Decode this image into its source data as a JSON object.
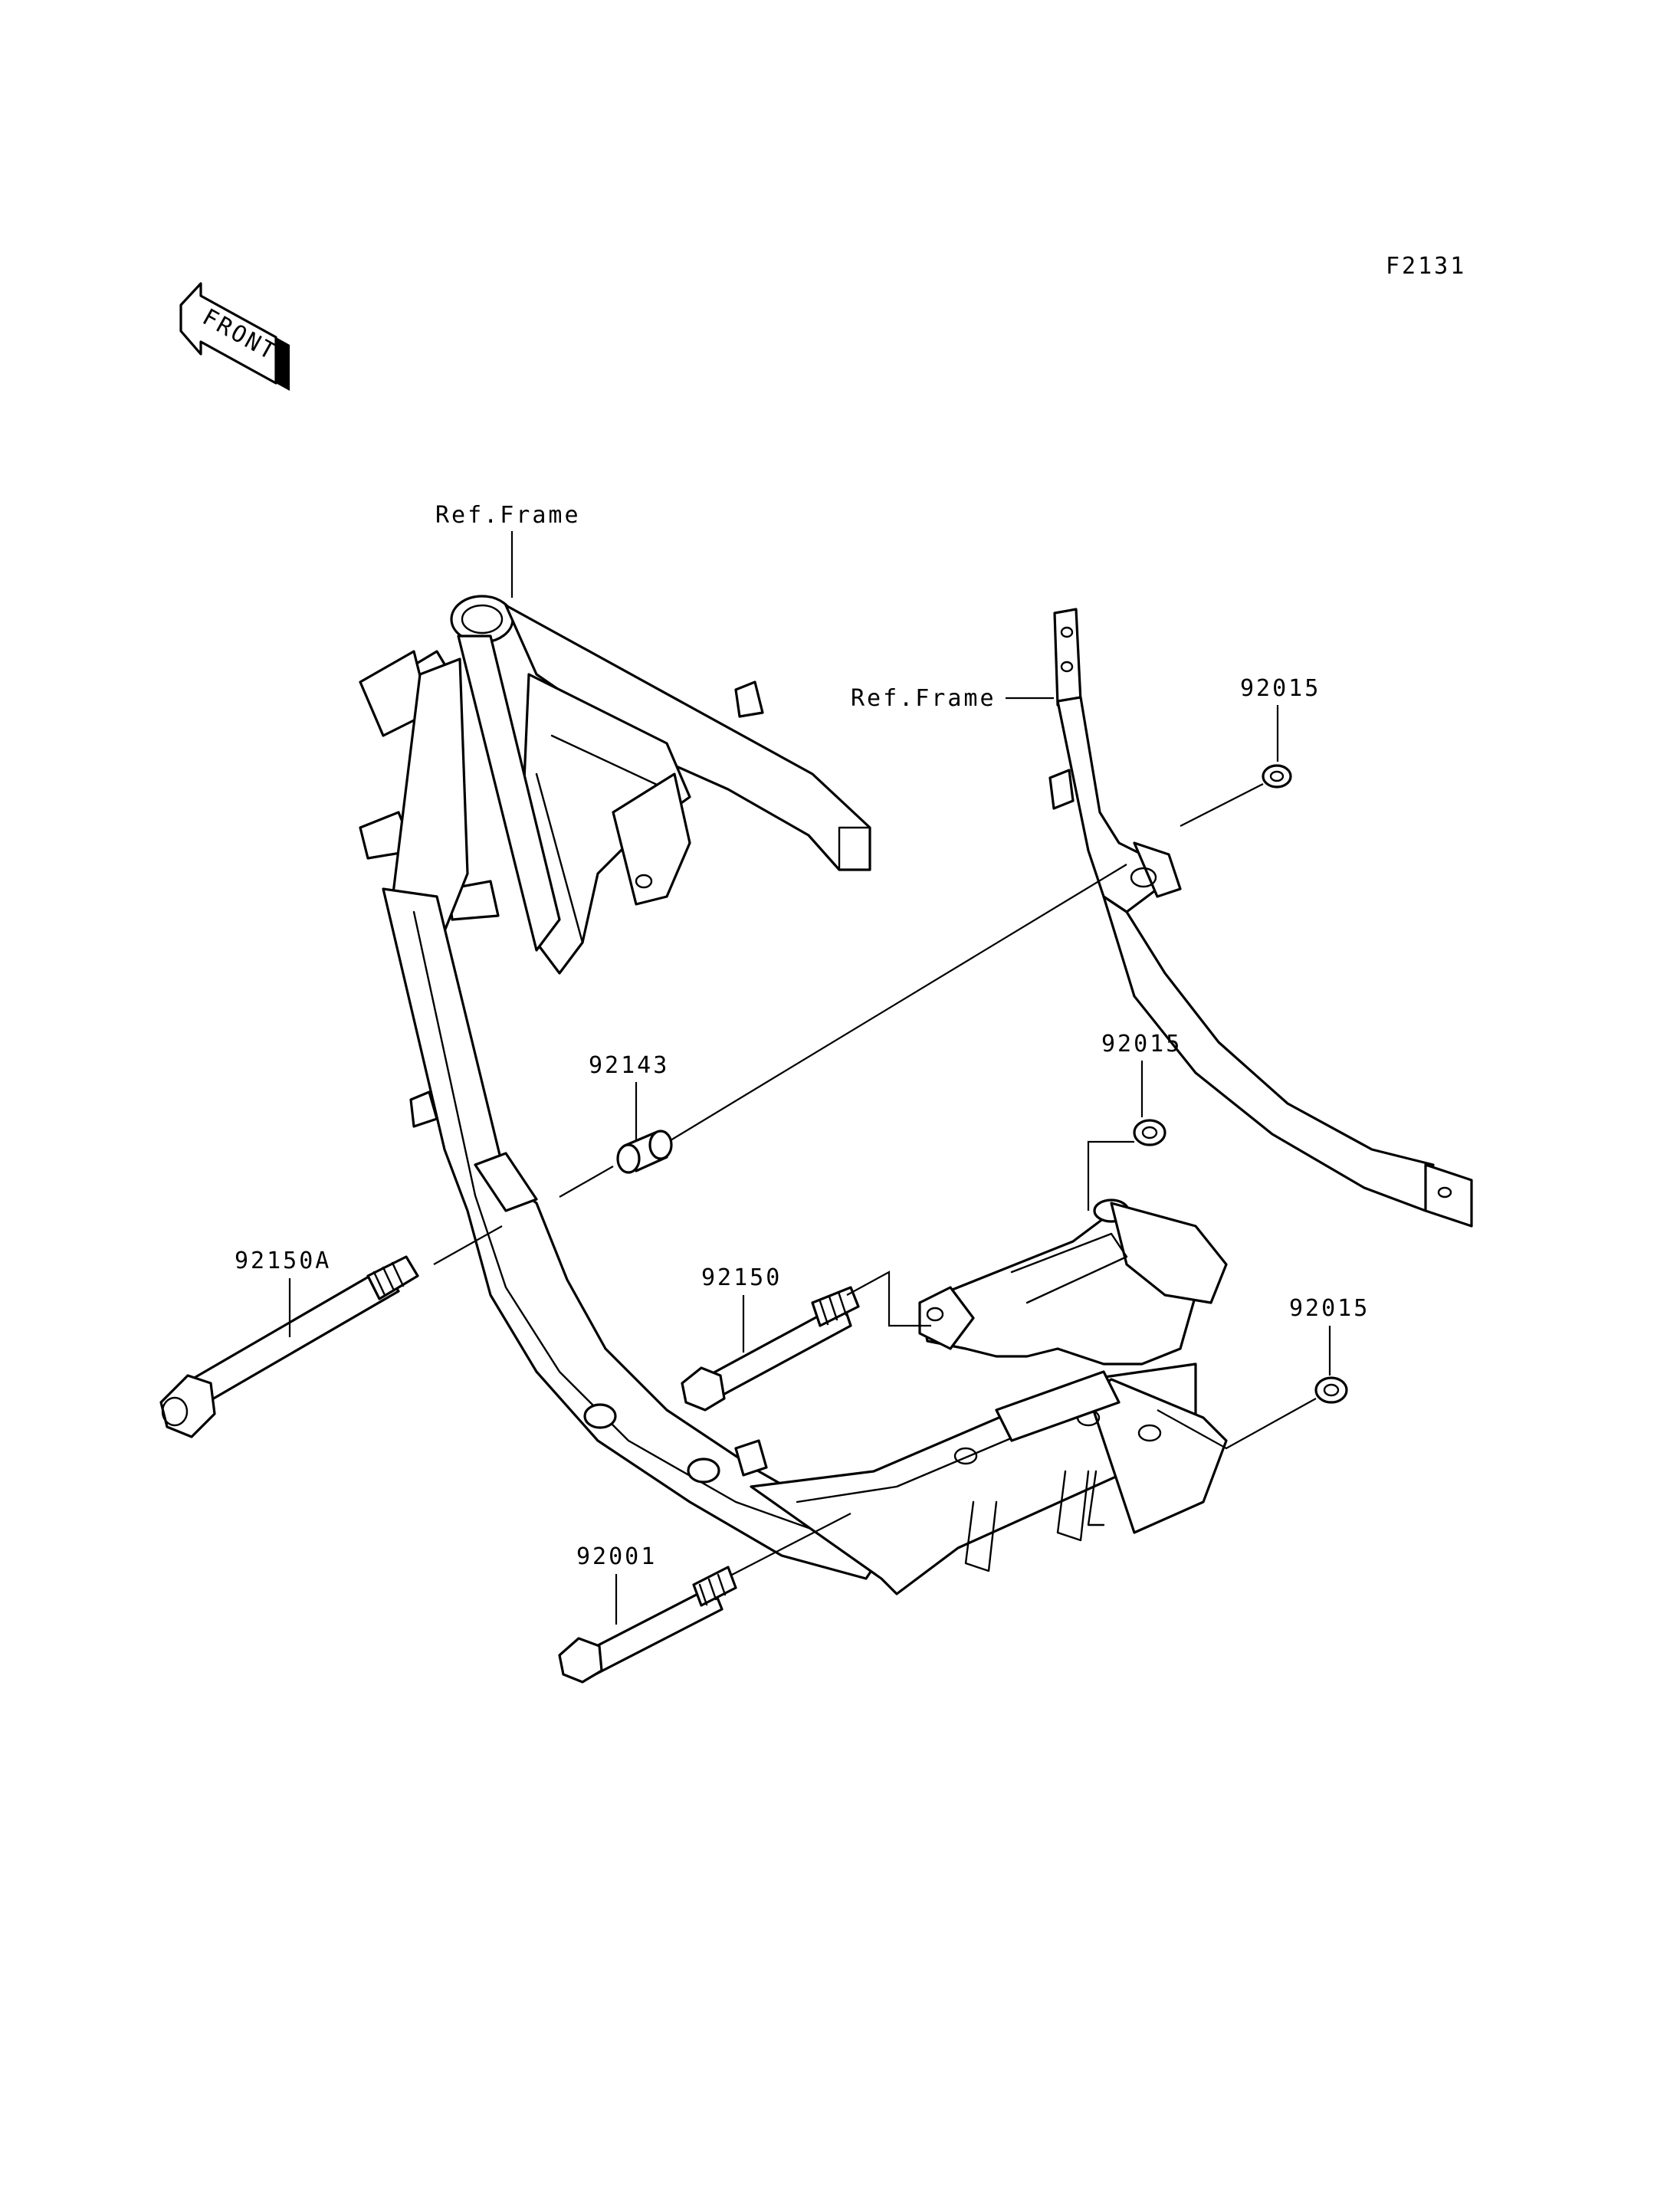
{
  "diagram": {
    "code": "F2131",
    "front_label": "FRONT",
    "ref_frame_labels": [
      "Ref.Frame",
      "Ref.Frame"
    ],
    "parts": [
      "92015",
      "92015",
      "92015",
      "92143",
      "92150A",
      "92150",
      "92001"
    ]
  }
}
